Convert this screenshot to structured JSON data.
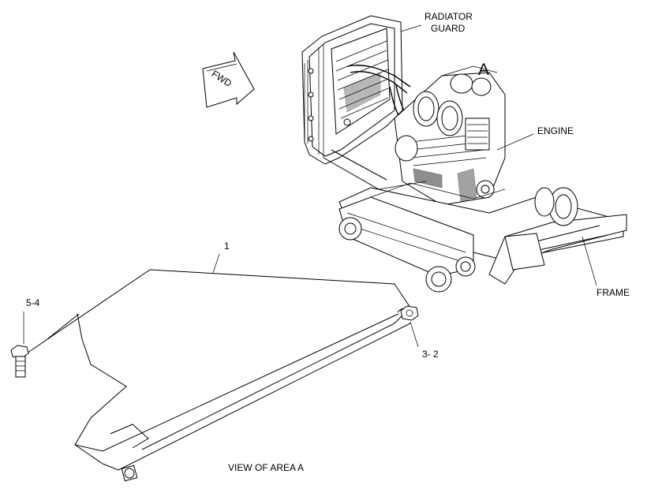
{
  "diagram": {
    "labels": {
      "radiator_guard_line1": "RADIATOR",
      "radiator_guard_line2": "GUARD",
      "area_marker": "A",
      "engine": "ENGINE",
      "frame": "FRAME",
      "fwd": "FWD",
      "part_1": "1",
      "part_5_4": "5-4",
      "part_3_2": "3- 2",
      "view_caption": "VIEW OF AREA A"
    }
  }
}
